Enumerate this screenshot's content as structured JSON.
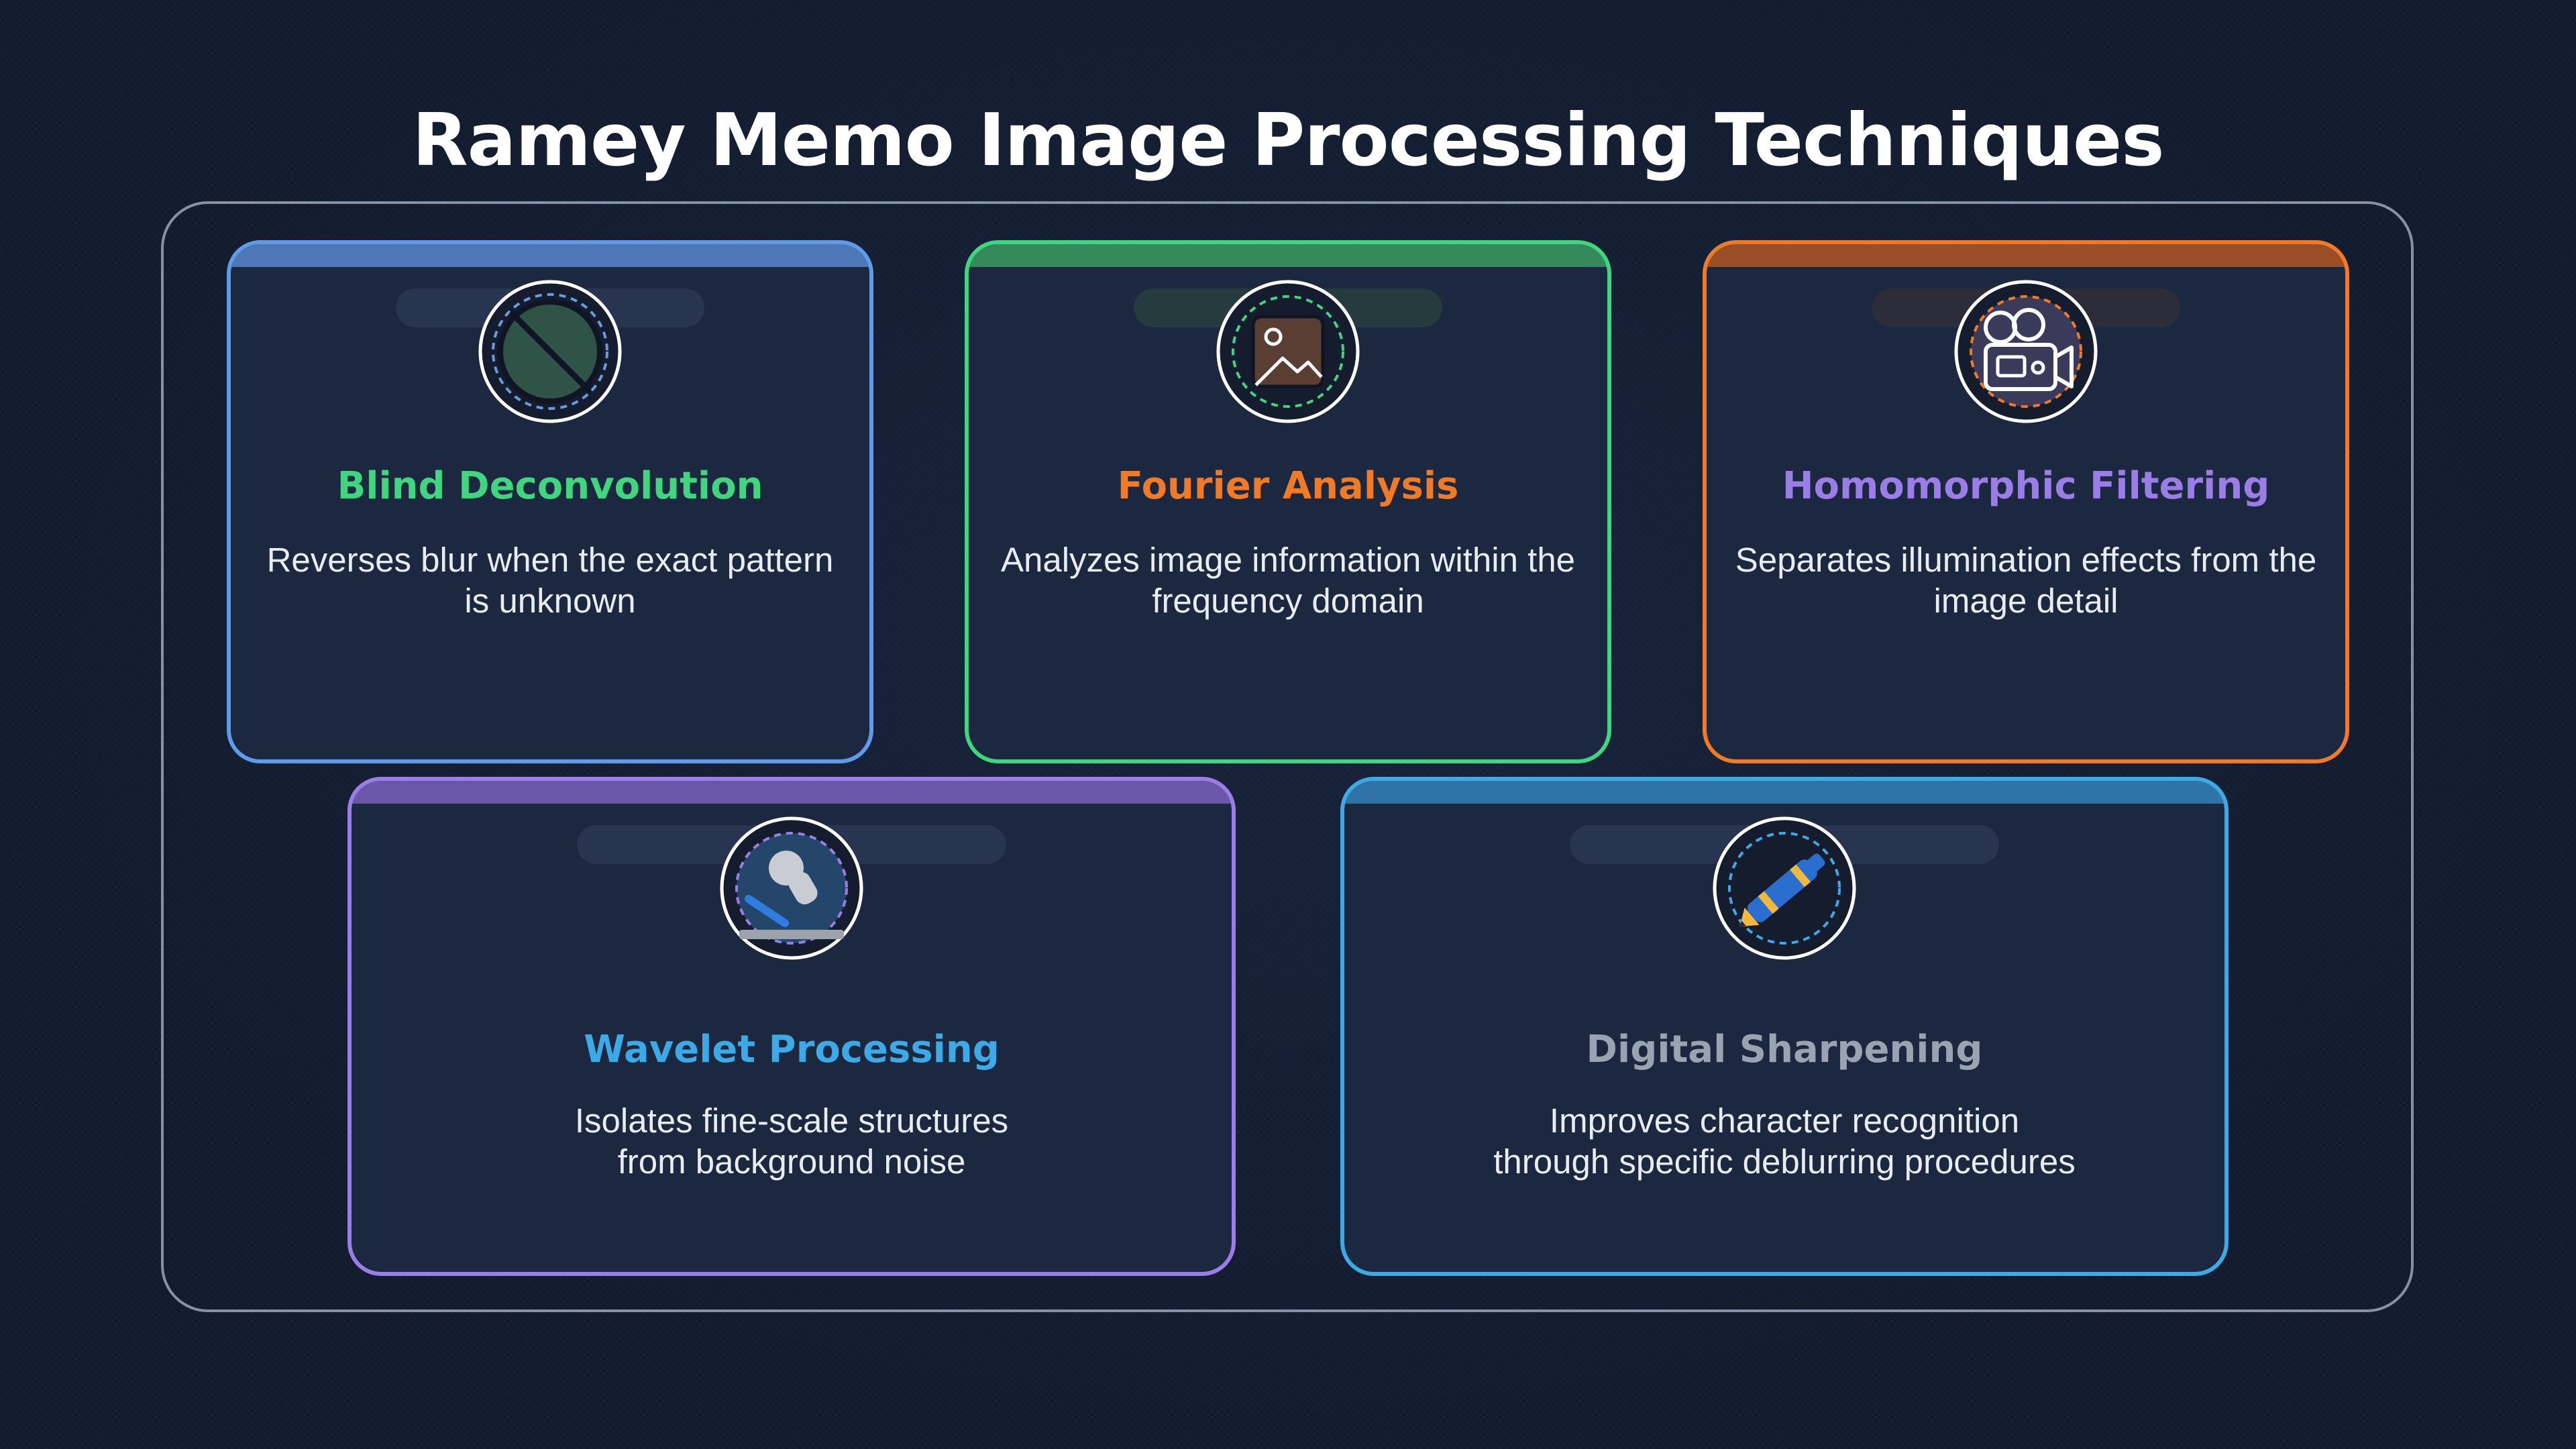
{
  "title": "Ramey Memo Image Processing Techniques",
  "colors": {
    "blue": "#5f9bea",
    "green": "#3fd67f",
    "orange": "#f07a26",
    "purple": "#9b7de8",
    "sky": "#3daae8",
    "gray_title": "#9aa3b1"
  },
  "cards": [
    {
      "title": "Blind Deconvolution",
      "description": "Reverses blur when the exact pattern\nis unknown",
      "icon": "no-symbol-icon",
      "border_color": "#5f9bea",
      "title_color": "#3fd67f"
    },
    {
      "title": "Fourier Analysis",
      "description": "Analyzes image information within the\nfrequency domain",
      "icon": "image-icon",
      "border_color": "#3fd67f",
      "title_color": "#f07a26"
    },
    {
      "title": "Homomorphic Filtering",
      "description": "Separates illumination effects from the\nimage detail",
      "icon": "movie-camera-icon",
      "border_color": "#f07a26",
      "title_color": "#9b7de8"
    },
    {
      "title": "Wavelet Processing",
      "description": "Isolates fine-scale structures\nfrom background noise",
      "icon": "microscope-icon",
      "border_color": "#9b7de8",
      "title_color": "#3daae8"
    },
    {
      "title": "Digital Sharpening",
      "description": "Improves character recognition\nthrough specific deblurring procedures",
      "icon": "pen-icon",
      "border_color": "#3daae8",
      "title_color": "#9aa3b1"
    }
  ]
}
